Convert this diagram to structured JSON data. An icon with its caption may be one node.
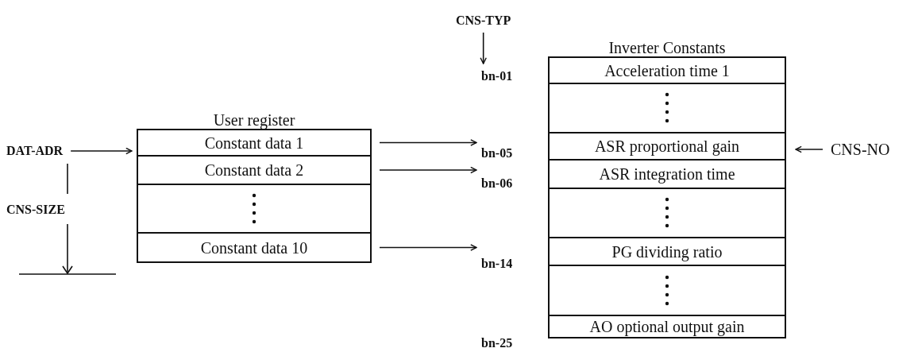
{
  "diagram": {
    "nodes": [
      {
        "text": [
          "User register"
        ]
      },
      {
        "text": [
          "Constant data 1"
        ],
        "in": 0
      },
      {
        "text": [
          "Constant data 2"
        ],
        "in": 0
      },
      {
        "text": [],
        "shape": "box",
        "in": 0
      },
      {
        "text": [
          "Constant data 10"
        ],
        "in": 0
      },
      {
        "text": [
          "Inverter Constants"
        ]
      },
      {
        "text": [
          "Acceleration time 1"
        ],
        "in": 5
      },
      {
        "text": [],
        "shape": "box",
        "in": 5
      },
      {
        "text": [
          "ASR proportional gain"
        ],
        "in": 5
      },
      {
        "text": [
          "ASR integration time"
        ],
        "in": 5
      },
      {
        "text": [],
        "shape": "box",
        "in": 5
      },
      {
        "text": [
          "PG dividing ratio"
        ],
        "in": 5
      },
      {
        "text": [],
        "shape": "box",
        "in": 5
      },
      {
        "text": [
          "AO optional output gain"
        ],
        "in": 5
      },
      {
        "text": [
          "DAT-ADR"
        ]
      },
      {
        "text": [
          "CNS-TYP"
        ]
      },
      {
        "text": [
          "CNS-NO"
        ]
      },
      {
        "text": [
          "bn-01"
        ]
      },
      {
        "text": [
          "bn-05"
        ]
      },
      {
        "text": [
          "bn-06"
        ]
      },
      {
        "text": [
          "bn-14"
        ]
      }
    ],
    "edges": [
      {
        "from": 14,
        "to": 1,
        "arrow": "to"
      },
      {
        "from": 15,
        "to": 17,
        "arrow": "to"
      },
      {
        "from": 16,
        "to": 8,
        "arrow": "to"
      },
      {
        "from": 1,
        "to": 18,
        "arrow": "to"
      },
      {
        "from": 2,
        "to": 19,
        "arrow": "to"
      },
      {
        "from": 4,
        "to": 20,
        "arrow": "to"
      }
    ],
    "labels": [
      "CNS-SIZE",
      "bn-25"
    ]
  }
}
